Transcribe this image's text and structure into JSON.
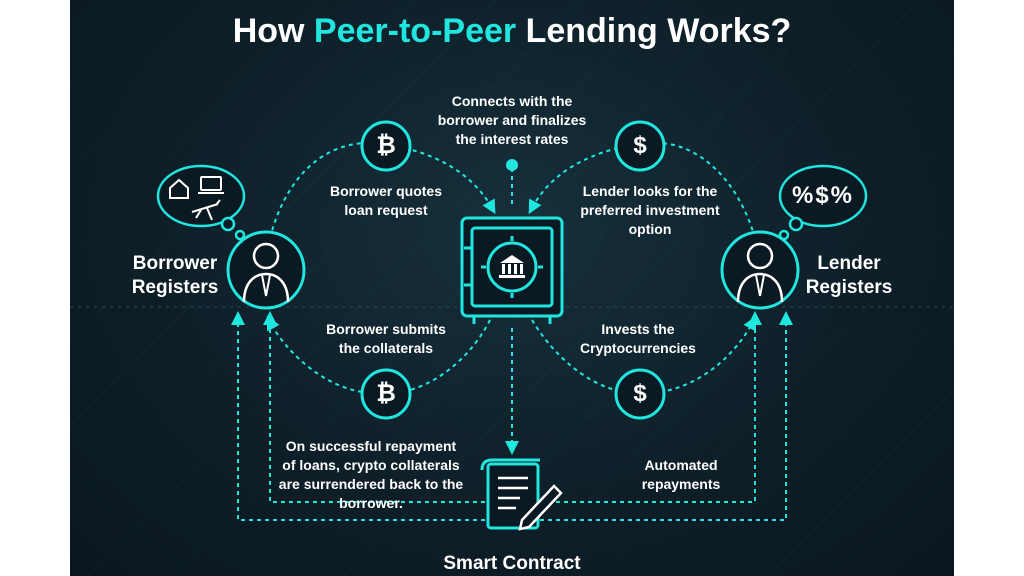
{
  "title": {
    "prefix": "How ",
    "highlight": "Peer-to-Peer",
    "suffix": " Lending Works?"
  },
  "center": {
    "connects_text": "Connects with the borrower and finalizes the interest rates"
  },
  "borrower": {
    "label": "Borrower Registers",
    "quote_text": "Borrower quotes loan request",
    "submit_text": "Borrower submits the collaterals",
    "repayment_text": "On successful repayment of loans, crypto collaterals are surrendered back to the borrower."
  },
  "lender": {
    "label": "Lender Registers",
    "look_text": "Lender looks for the preferred investment option",
    "invest_text": "Invests the Cryptocurrencies",
    "auto_text": "Automated repayments",
    "thought_symbols": "%$%"
  },
  "contract": {
    "label": "Smart Contract"
  },
  "icons": {
    "bitcoin_glyph": "₿",
    "dollar_glyph": "$"
  },
  "colors": {
    "accent": "#21e6e0",
    "background": "#0e1f28",
    "text": "#ffffff"
  }
}
